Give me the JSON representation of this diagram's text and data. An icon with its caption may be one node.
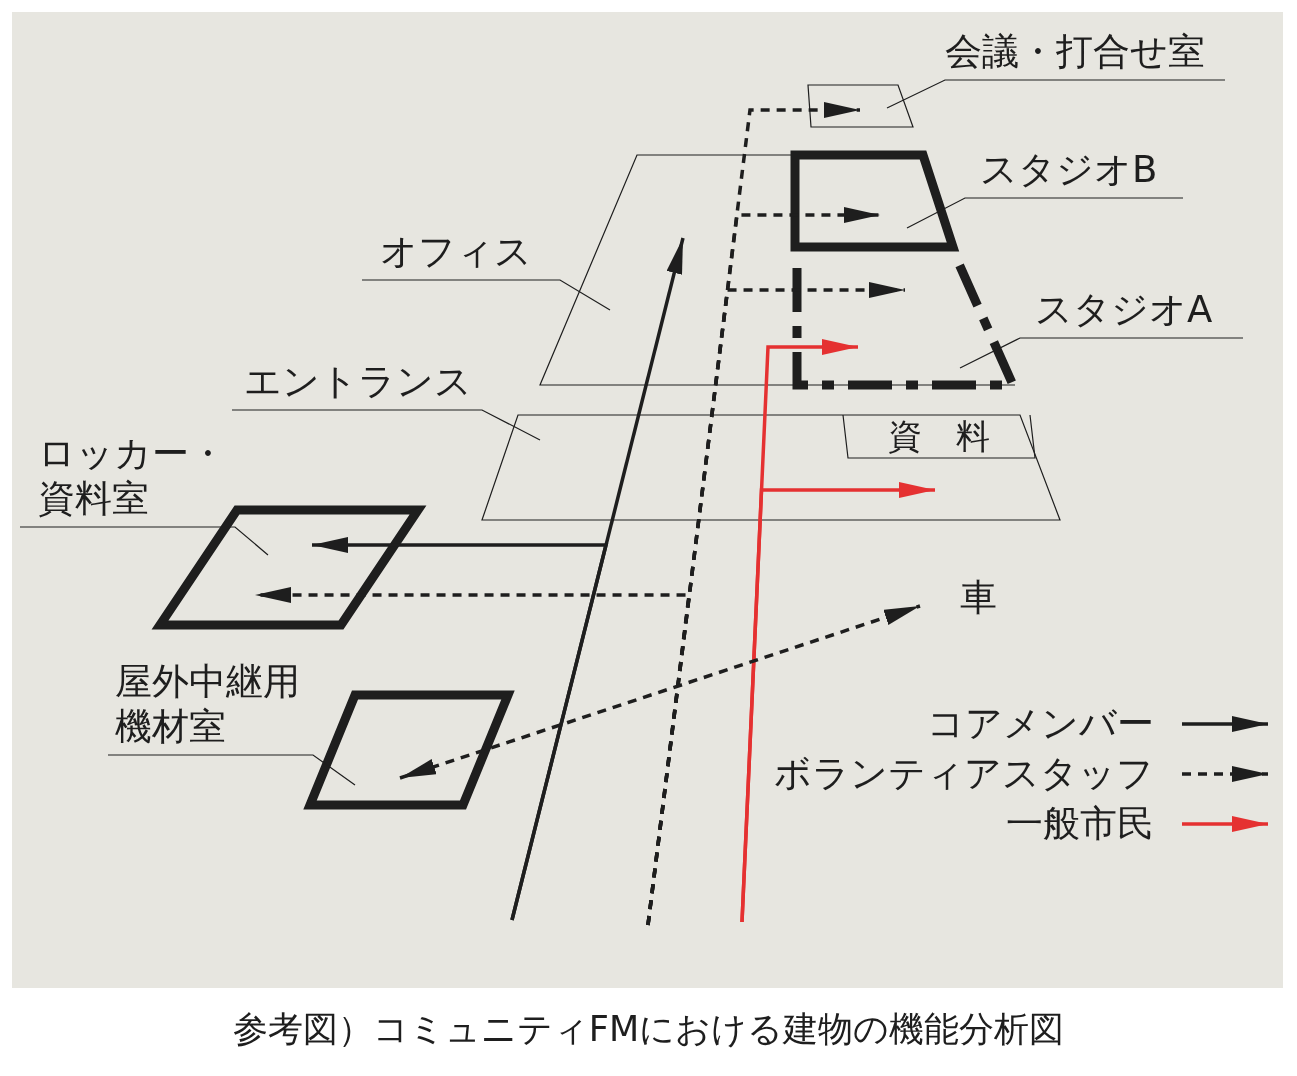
{
  "diagram": {
    "caption": "参考図）コミュニティFMにおける建物の機能分析図",
    "nodes": [
      {
        "text": [
          "会議・打合せ室"
        ]
      },
      {
        "text": [],
        "shape": "trapezoid"
      },
      {
        "text": [
          "スタジオB"
        ]
      },
      {
        "text": [],
        "shape": "trapezoid",
        "in": 5
      },
      {
        "text": [
          "オフィス"
        ]
      },
      {
        "text": [],
        "shape": "trapezoid"
      },
      {
        "text": [
          "スタジオA"
        ]
      },
      {
        "text": [],
        "shape": "trapezoid",
        "in": 5
      },
      {
        "text": [
          "エントランス"
        ]
      },
      {
        "text": [],
        "shape": "trapezoid"
      },
      {
        "text": [
          "資　料"
        ],
        "in": 9
      },
      {
        "text": [
          "ロッカー・資料室"
        ]
      },
      {
        "text": [],
        "shape": "parallelogram"
      },
      {
        "text": [
          "車"
        ]
      },
      {
        "text": [
          "屋外中継用機材室"
        ]
      },
      {
        "text": [],
        "shape": "parallelogram"
      }
    ],
    "edges": [
      {
        "from": null,
        "to": 5,
        "arrow": "to"
      },
      {
        "from": null,
        "to": 12,
        "arrow": "to"
      },
      {
        "from": null,
        "to": 1,
        "arrow": "to",
        "style": "dashed"
      },
      {
        "from": null,
        "to": 3,
        "arrow": "to",
        "style": "dashed"
      },
      {
        "from": null,
        "to": 7,
        "arrow": "to",
        "style": "dashed"
      },
      {
        "from": null,
        "to": 12,
        "arrow": "to",
        "style": "dashed"
      },
      {
        "from": null,
        "to": 7,
        "arrow": "to",
        "color": "#e53131"
      },
      {
        "from": null,
        "to": 9,
        "arrow": "to",
        "color": "#e53131"
      },
      {
        "from": 15,
        "to": 13,
        "arrow": "both",
        "style": "dashed"
      },
      {
        "from": 0,
        "to": 1,
        "arrow": "none"
      },
      {
        "from": 2,
        "to": 3,
        "arrow": "none"
      },
      {
        "from": 4,
        "to": 5,
        "arrow": "none"
      },
      {
        "from": 6,
        "to": 7,
        "arrow": "none"
      },
      {
        "from": 8,
        "to": 9,
        "arrow": "none"
      },
      {
        "from": 11,
        "to": 12,
        "arrow": "none"
      },
      {
        "from": 14,
        "to": 15,
        "arrow": "none"
      }
    ],
    "legend": [
      {
        "text": "コアメンバー"
      },
      {
        "text": "ボランティアスタッフ"
      },
      {
        "text": "一般市民"
      }
    ]
  }
}
